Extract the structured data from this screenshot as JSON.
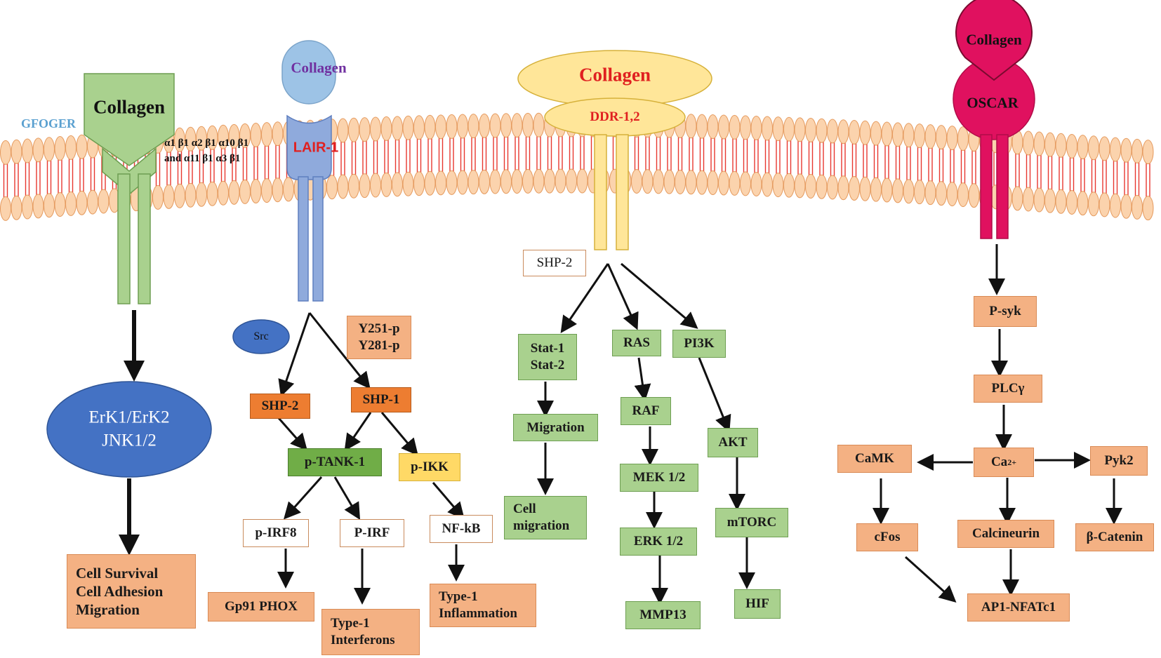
{
  "integrin": {
    "ligand": "Collagen",
    "motif": "GFOGER",
    "subtypes_line1": "α1 β1 α2 β1 α10 β1",
    "subtypes_line2": "and  α11 β1 α3 β1",
    "kinases": "ErK1/ErK2\nJNK1/2",
    "outcome": "Cell Survival\nCell Adhesion\nMigration"
  },
  "lair1": {
    "ligand": "Collagen",
    "receptor": "LAIR-1",
    "src": "Src",
    "phospho": "Y251-p\nY281-p",
    "shp2": "SHP-2",
    "shp1": "SHP-1",
    "ptank": "p-TANK-1",
    "pikk": "p-IKK",
    "pirf8": "p-IRF8",
    "pirf": "P-IRF",
    "nfkb": "NF-kB",
    "gp91": "Gp91 PHOX",
    "type1_ifn": "Type-1\nInterferons",
    "type1_inf": "Type-1\nInflammation"
  },
  "ddr": {
    "ligand": "Collagen",
    "receptor": "DDR-1,2",
    "shp2": "SHP-2",
    "stat": "Stat-1\nStat-2",
    "migration": "Migration",
    "cell_migration": "Cell\nmigration",
    "ras": "RAS",
    "raf": "RAF",
    "mek": "MEK 1/2",
    "erk": "ERK 1/2",
    "mmp13": "MMP13",
    "pi3k": "PI3K",
    "akt": "AKT",
    "mtorc": "mTORC",
    "hif": "HIF"
  },
  "oscar": {
    "ligand": "Collagen",
    "receptor": "OSCAR",
    "psyk": "P-syk",
    "plcg": "PLCγ",
    "ca_base": "Ca",
    "ca_sup": "2+",
    "camk": "CaMK",
    "pyk2": "Pyk2",
    "cfos": "cFos",
    "calcineurin": "Calcineurin",
    "bcatenin": "β-Catenin",
    "ap1": "AP1-NFATc1"
  },
  "colors": {
    "membrane_head": "#fbd3ad",
    "membrane_tail": "#e8372f",
    "integrin": "#a9d18e",
    "lair": "#9dc3e6",
    "ddr": "#ffe699",
    "oscar": "#e0115f"
  }
}
